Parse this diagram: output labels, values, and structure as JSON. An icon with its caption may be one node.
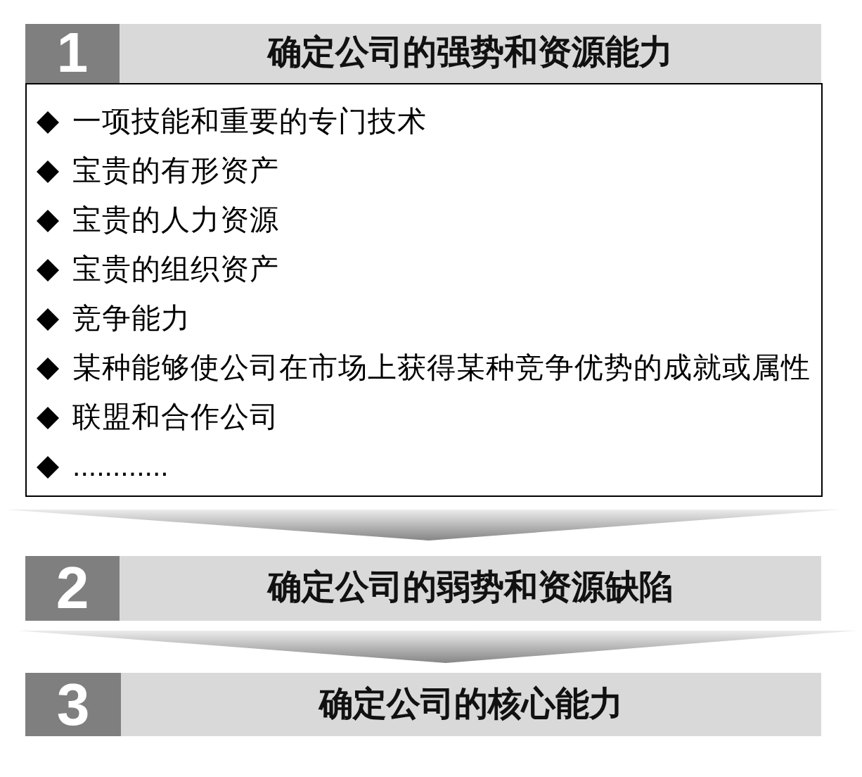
{
  "diagram": {
    "nodes": [
      {
        "text": [
          "1",
          "确定公司的强势和资源能力"
        ]
      },
      {
        "text": [
          "一项技能和重要的专门技术",
          "宝贵的有形资产",
          "宝贵的人力资源",
          "宝贵的组织资产",
          "竞争能力",
          "某种能够使公司在市场上获得某种竞争优势的成就或属性",
          "联盟和合作公司",
          "............"
        ]
      },
      {
        "text": [
          "2",
          "确定公司的弱势和资源缺陷"
        ]
      },
      {
        "text": [
          "3",
          "确定公司的核心能力"
        ]
      }
    ],
    "edges": [
      {
        "from": 1,
        "to": 2,
        "arrow": "to"
      },
      {
        "from": 2,
        "to": 3,
        "arrow": "to"
      }
    ]
  }
}
